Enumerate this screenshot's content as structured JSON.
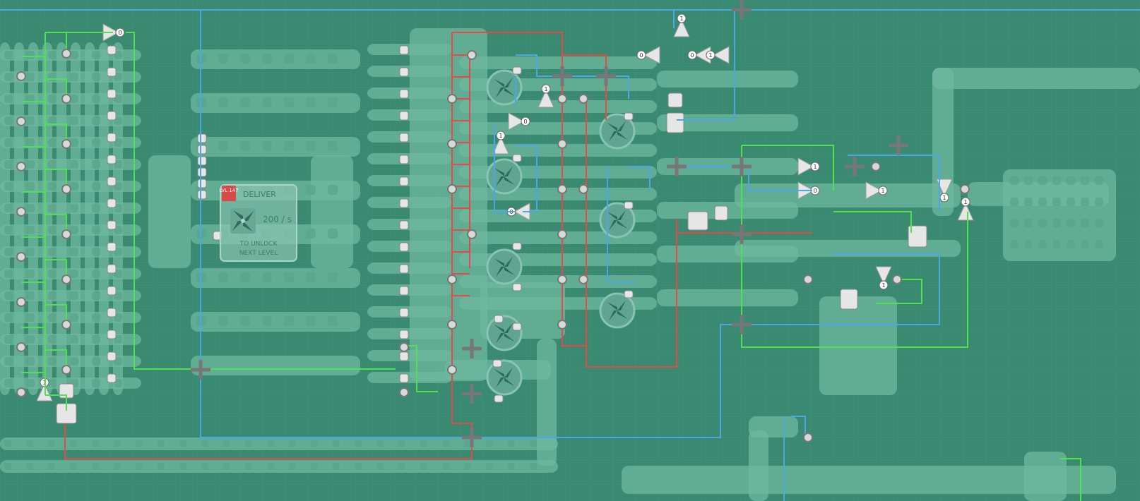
{
  "hub": {
    "level_badge": "LVL 147",
    "deliver_label": "DELIVER",
    "rate": "200 / s",
    "unlock_line1": "TO UNLOCK",
    "unlock_line2": "NEXT LEVEL",
    "shape_icon": "windmill-shape-icon"
  },
  "colors": {
    "background": "#3a8a72",
    "grid": "#43927a",
    "belt": "#6fb8a0",
    "belt_dark": "#5aa58c",
    "wire_green": "#52e052",
    "wire_blue": "#4aa8e8",
    "wire_red": "#e84848",
    "building": "#e6e6e6"
  },
  "signal_values": {
    "zero": "0",
    "one": "1"
  }
}
